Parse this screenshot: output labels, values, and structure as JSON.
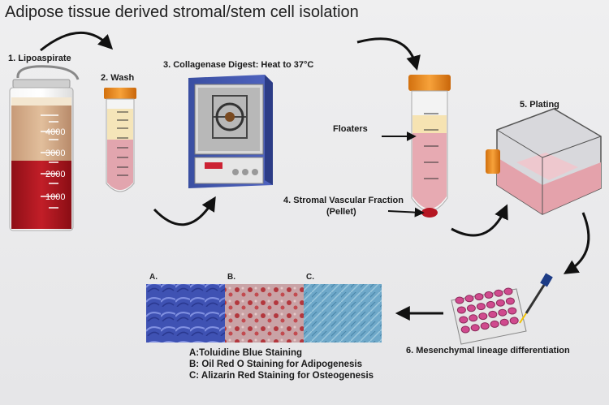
{
  "title": "Adipose tissue derived stromal/stem cell isolation",
  "steps": {
    "lipoaspirate": "1. Lipoaspirate",
    "wash": "2. Wash",
    "collagenase": "3. Collagenase Digest: Heat to 37°C",
    "svf_line1": "4. Stromal Vascular Fraction",
    "svf_line2": "(Pellet)",
    "plating": "5. Plating",
    "differentiation": "6. Mesenchymal lineage differentiation"
  },
  "floaters_label": "Floaters",
  "cylinder_ticks": [
    "4000",
    "3000",
    "2000",
    "1000"
  ],
  "panels": [
    "A.",
    "B.",
    "C."
  ],
  "legend": [
    "A:Toluidine Blue Staining",
    "B: Oil Red O Staining for Adipogenesis",
    "C: Alizarin Red Staining for Osteogenesis"
  ],
  "colors": {
    "blood_red": "#b01822",
    "fat_yellow": "#f4e3b6",
    "cap_orange": "#f28c1a",
    "pink_medium": "#e6a9b2",
    "toluidine_blue": "#3d4fb0",
    "alizarin_teal": "#6aa6c8"
  }
}
